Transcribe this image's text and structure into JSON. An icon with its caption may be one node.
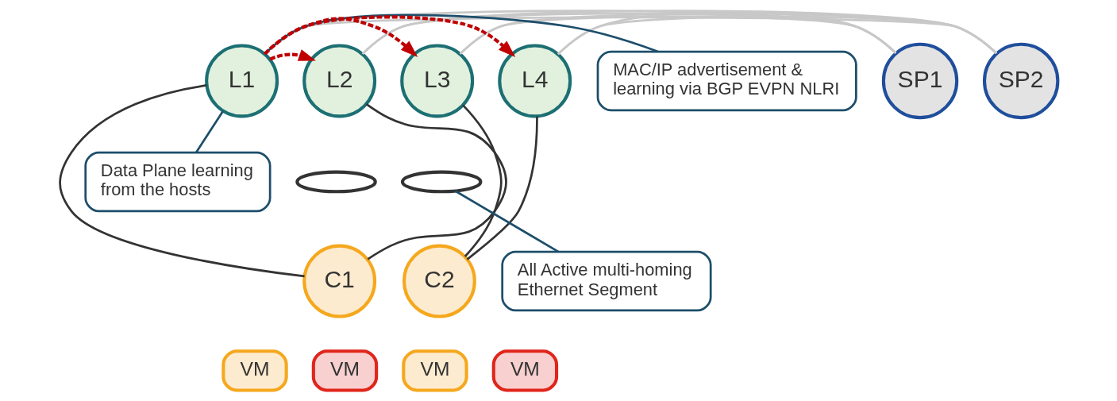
{
  "diagram": {
    "nodes": [
      {
        "text": [
          "SP1"
        ]
      },
      {
        "text": [
          "SP2"
        ]
      },
      {
        "text": [
          "MAC/IP advertisement & learning via BGP EVPN NLRI"
        ]
      },
      {
        "text": [
          "L1"
        ]
      },
      {
        "text": [
          "L2"
        ]
      },
      {
        "text": [
          "L3"
        ]
      },
      {
        "text": [
          "L4"
        ]
      },
      {
        "text": [
          "Data Plane learning from the hosts"
        ]
      },
      {
        "text": [],
        "shape": "ellipse"
      },
      {
        "text": [],
        "shape": "ellipse"
      },
      {
        "text": [
          "All Active multi-homing Ethernet Segment"
        ]
      },
      {
        "text": [
          "C1"
        ]
      },
      {
        "text": [
          "C2"
        ]
      },
      {
        "text": [
          "VM"
        ]
      },
      {
        "text": [
          "VM"
        ]
      },
      {
        "text": [
          "VM"
        ]
      },
      {
        "text": [
          "VM"
        ]
      }
    ],
    "edges": [
      {
        "from": 0,
        "to": 3,
        "arrow": "none"
      },
      {
        "from": 0,
        "to": 4,
        "arrow": "none"
      },
      {
        "from": 0,
        "to": 5,
        "arrow": "none"
      },
      {
        "from": 0,
        "to": 6,
        "arrow": "none"
      },
      {
        "from": 1,
        "to": 3,
        "arrow": "none"
      },
      {
        "from": 1,
        "to": 4,
        "arrow": "none"
      },
      {
        "from": 1,
        "to": 5,
        "arrow": "none"
      },
      {
        "from": 1,
        "to": 6,
        "arrow": "none"
      },
      {
        "from": 3,
        "to": 11,
        "arrow": "none",
        "color": "#333333"
      },
      {
        "from": 4,
        "to": 11,
        "arrow": "none",
        "color": "#333333"
      },
      {
        "from": 5,
        "to": 12,
        "arrow": "none",
        "color": "#333333"
      },
      {
        "from": 6,
        "to": 12,
        "arrow": "none",
        "color": "#333333"
      },
      {
        "from": 3,
        "to": 4,
        "arrow": "to",
        "style": "dashed",
        "color": "#c00000"
      },
      {
        "from": 3,
        "to": 5,
        "arrow": "to",
        "style": "dashed",
        "color": "#c00000"
      },
      {
        "from": 3,
        "to": 6,
        "arrow": "to",
        "style": "dashed",
        "color": "#c00000"
      },
      {
        "from": 2,
        "to": 3,
        "arrow": "none",
        "color": "#1d4e6b"
      },
      {
        "from": 7,
        "to": 3,
        "arrow": "none",
        "color": "#1d4e6b"
      },
      {
        "from": 10,
        "to": 9,
        "arrow": "none",
        "color": "#1d4e6b"
      }
    ]
  }
}
